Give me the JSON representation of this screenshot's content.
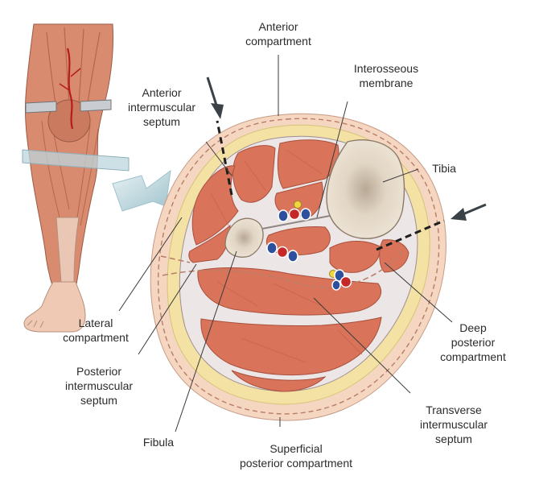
{
  "labels": {
    "anterior_compartment": "Anterior\ncompartment",
    "interosseous_membrane": "Interosseous\nmembrane",
    "anterior_intermuscular_septum": "Anterior\nintermuscular\nseptum",
    "tibia": "Tibia",
    "lateral_compartment": "Lateral\ncompartment",
    "deep_posterior_compartment": "Deep\nposterior\ncompartment",
    "posterior_intermuscular_septum": "Posterior\nintermuscular\nseptum",
    "transverse_intermuscular_septum": "Transverse\nintermuscular\nseptum",
    "fibula": "Fibula",
    "superficial_posterior_compartment": "Superficial\nposterior compartment"
  },
  "colors": {
    "muscle": "#d9745a",
    "muscle_dark": "#b9553f",
    "fat": "#f3e2a4",
    "skin": "#f5d6c0",
    "fascia": "#ece6e6",
    "bone": "#e6dccd",
    "artery": "#c62828",
    "vein": "#2c4f9e",
    "nerve": "#f0d640",
    "arrow": "#2f3a3f"
  }
}
